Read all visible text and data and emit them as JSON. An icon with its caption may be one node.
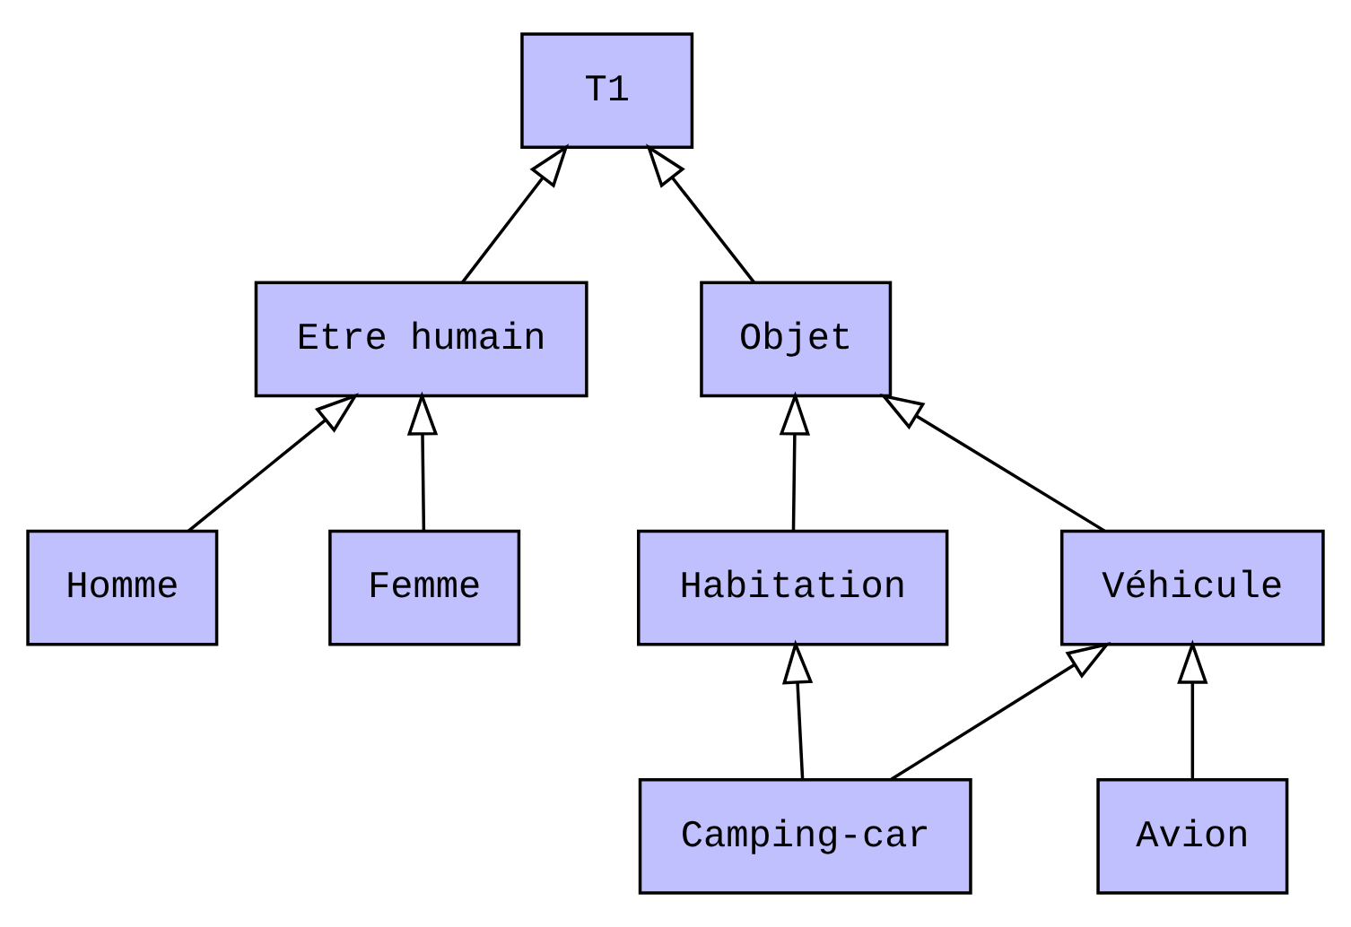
{
  "diagram": {
    "nodes": [
      {
        "text": [
          "T1"
        ]
      },
      {
        "text": [
          "Etre humain"
        ]
      },
      {
        "text": [
          "Objet"
        ]
      },
      {
        "text": [
          "Homme"
        ]
      },
      {
        "text": [
          "Femme"
        ]
      },
      {
        "text": [
          "Habitation"
        ]
      },
      {
        "text": [
          "Véhicule"
        ]
      },
      {
        "text": [
          "Camping-car"
        ]
      },
      {
        "text": [
          "Avion"
        ]
      }
    ],
    "edges": [
      {
        "from": 1,
        "to": 0,
        "arrow": "to"
      },
      {
        "from": 2,
        "to": 0,
        "arrow": "to"
      },
      {
        "from": 3,
        "to": 1,
        "arrow": "to"
      },
      {
        "from": 4,
        "to": 1,
        "arrow": "to"
      },
      {
        "from": 5,
        "to": 2,
        "arrow": "to"
      },
      {
        "from": 6,
        "to": 2,
        "arrow": "to"
      },
      {
        "from": 7,
        "to": 5,
        "arrow": "to"
      },
      {
        "from": 7,
        "to": 6,
        "arrow": "to"
      },
      {
        "from": 8,
        "to": 6,
        "arrow": "to"
      }
    ]
  }
}
